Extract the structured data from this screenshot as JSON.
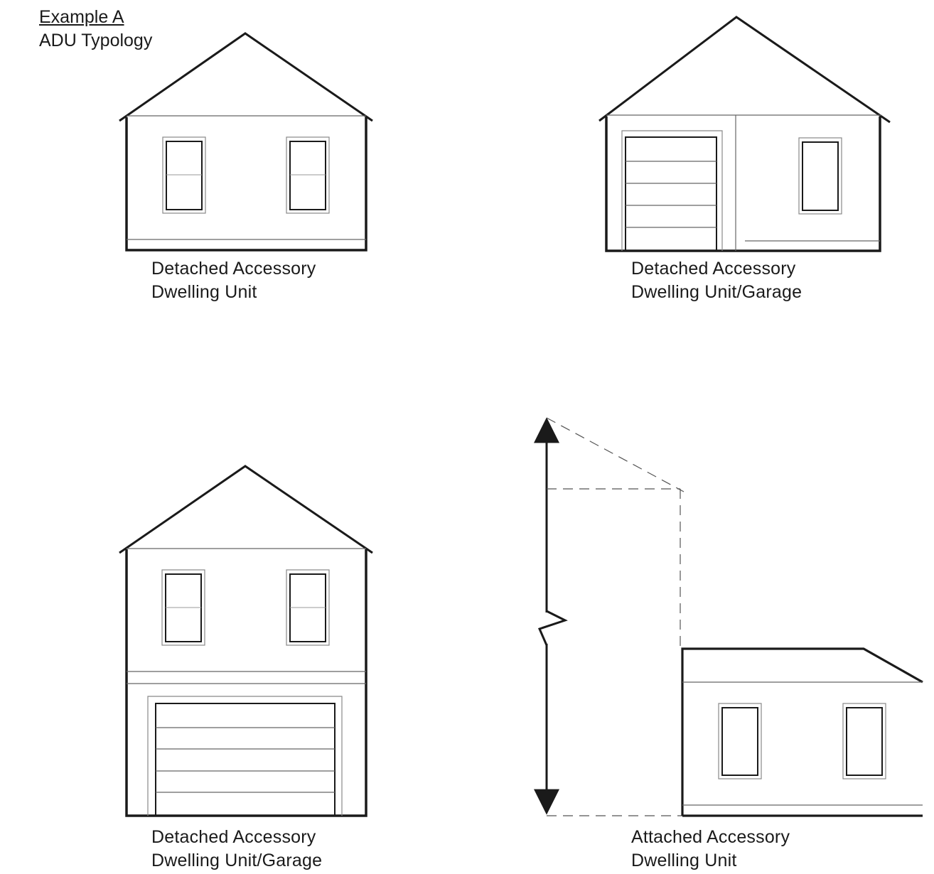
{
  "title": {
    "line1": "Example A",
    "line2": "ADU Typology"
  },
  "panels": [
    {
      "id": "detached-adu",
      "caption_line1": "Detached Accessory",
      "caption_line2": "Dwelling Unit"
    },
    {
      "id": "detached-adu-garage-1",
      "caption_line1": "Detached Accessory",
      "caption_line2": "Dwelling Unit/Garage"
    },
    {
      "id": "detached-adu-garage-2",
      "caption_line1": "Detached Accessory",
      "caption_line2": "Dwelling Unit/Garage"
    },
    {
      "id": "attached-adu",
      "caption_line1": "Attached Accessory",
      "caption_line2": "Dwelling Unit"
    }
  ],
  "colors": {
    "line": "#1a1a1a",
    "thin": "#555555"
  }
}
